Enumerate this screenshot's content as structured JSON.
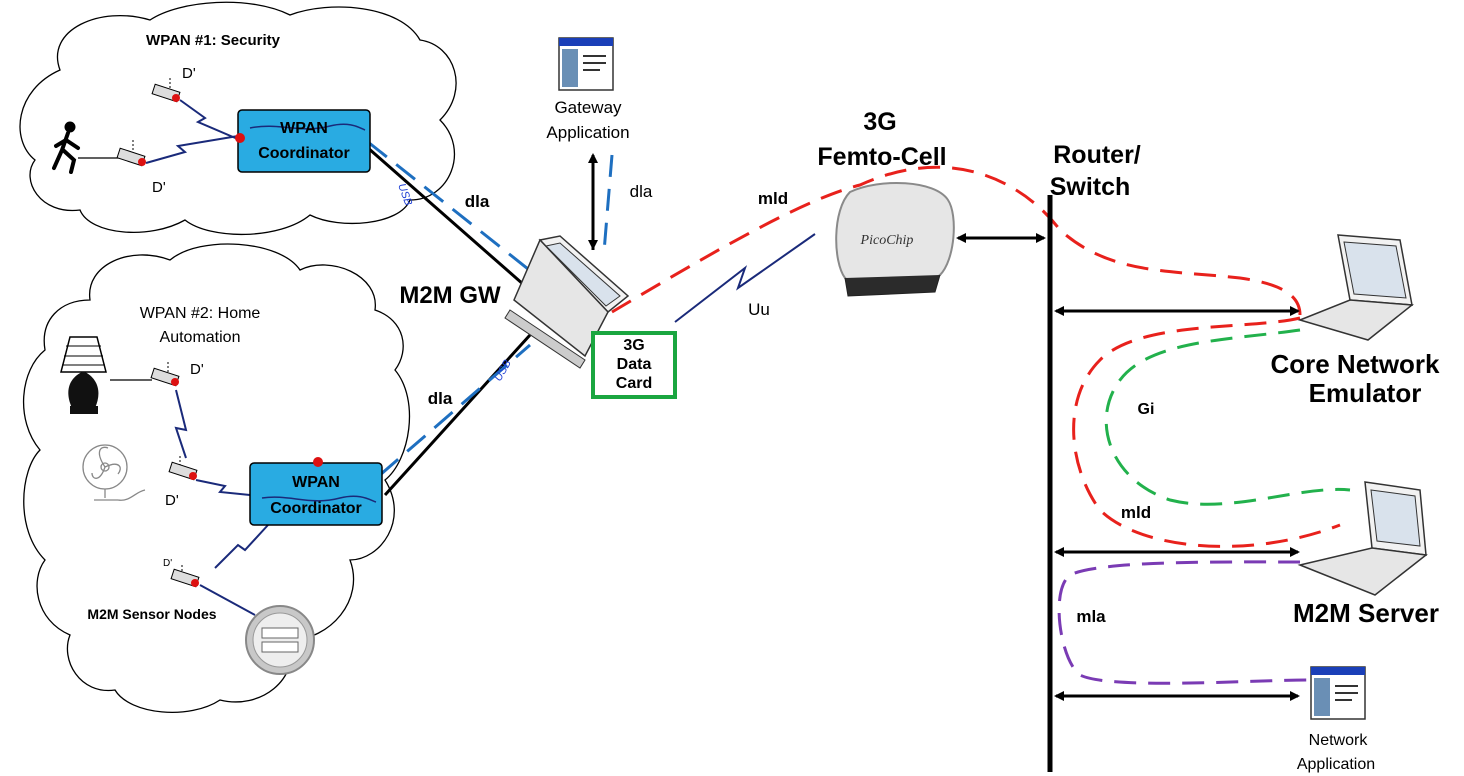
{
  "wpan1": {
    "title": "WPAN #1: Security",
    "coordinator_line1": "WPAN",
    "coordinator_line2": "Coordinator",
    "device_label_top": "D'",
    "device_label_bottom": "D'"
  },
  "wpan2": {
    "title_line1": "WPAN #2: Home",
    "title_line2": "Automation",
    "coordinator_line1": "WPAN",
    "coordinator_line2": "Coordinator",
    "device_label_lamp": "D'",
    "device_label_fan": "D'",
    "device_label_meter": "D'",
    "sensor_nodes": "M2M Sensor Nodes"
  },
  "links": {
    "usb_top": "USB",
    "usb_bottom": "USB",
    "dla_top": "dla",
    "dla_bottom": "dla",
    "dla_gateway": "dla",
    "mld_top": "mld",
    "uu": "Uu",
    "gi": "Gi",
    "mld_bottom": "mld",
    "mla": "mla"
  },
  "gateway_app": {
    "line1": "Gateway",
    "line2": "Application"
  },
  "m2m_gw": "M2M GW",
  "data_card": {
    "line1": "3G",
    "line2": "Data",
    "line3": "Card"
  },
  "femto": {
    "line1": "3G",
    "line2": "Femto-Cell",
    "brand": "PicoChip"
  },
  "router": {
    "line1": "Router/",
    "line2": "Switch"
  },
  "core_network": {
    "line1": "Core Network",
    "line2": "Emulator"
  },
  "m2m_server": "M2M Server",
  "network_app": {
    "line1": "Network",
    "line2": "Application"
  },
  "colors": {
    "coordinator_fill": "#29abe2",
    "mld_path": "#e8211c",
    "gi_path": "#22b14c",
    "mla_path": "#7a3bb4",
    "dla_path": "#1e6fc0",
    "data_card_border": "#1aa640"
  }
}
